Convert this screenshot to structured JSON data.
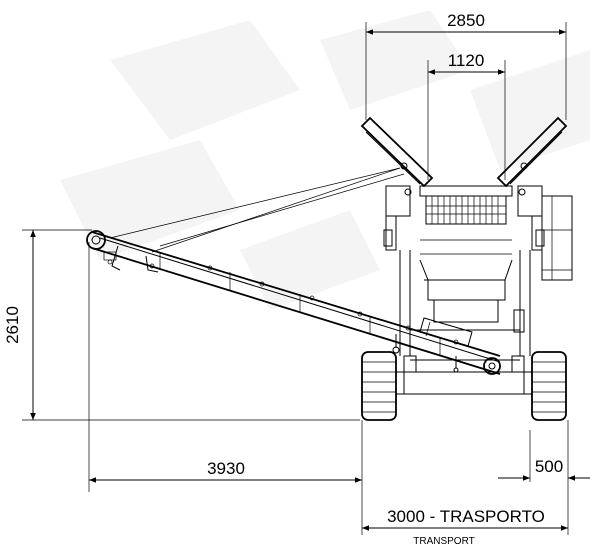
{
  "dimensions": {
    "overall_width": "2850",
    "hopper_width": "1120",
    "height": "2610",
    "conveyor_length": "3930",
    "track_offset": "500",
    "transport_width": "3000 - TRASPORTO",
    "transport_label": "TRANSPORT"
  },
  "icons": {
    "watermark": "brand-logo-watermark"
  }
}
